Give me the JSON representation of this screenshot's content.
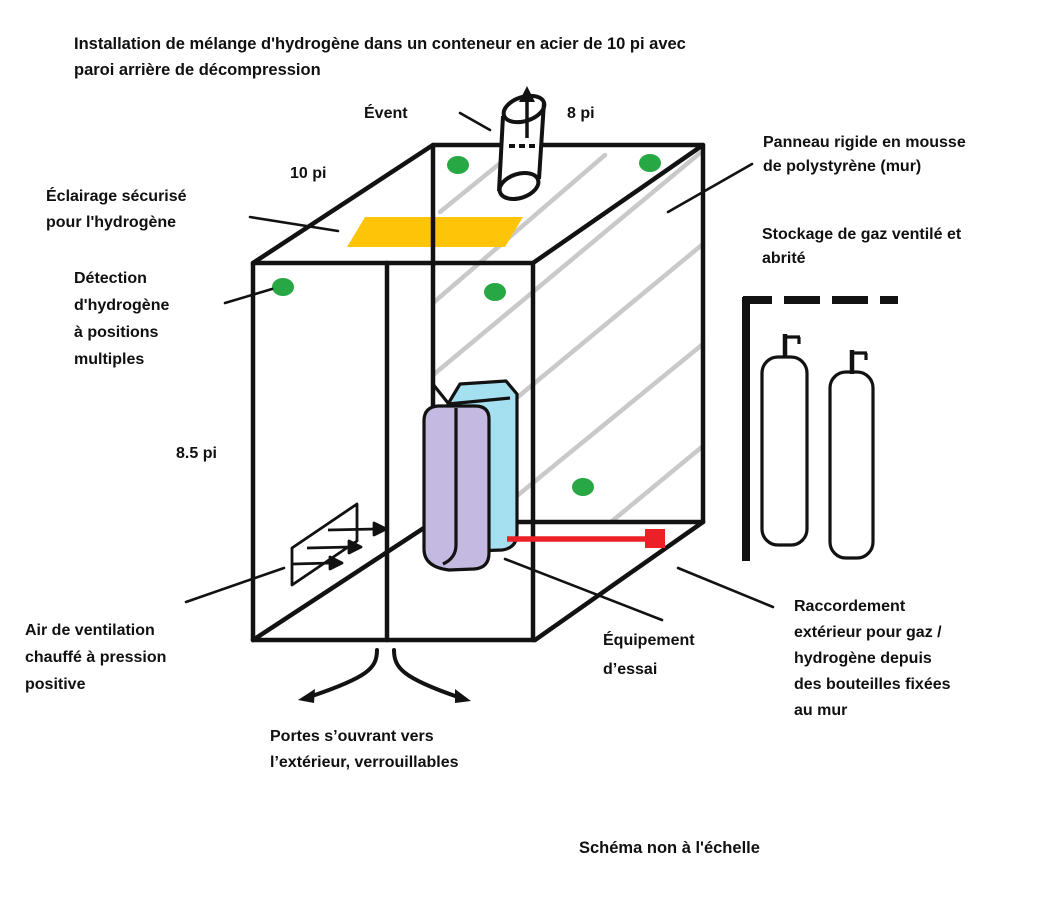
{
  "title": "Installation de mélange d'hydrogène dans un conteneur en acier de 10 pi avec\nparoi arrière de décompression",
  "footnote": "Schéma non à l'échelle",
  "dimensions": {
    "top_width": "10 pi",
    "top_depth": "8 pi",
    "height": "8.5 pi"
  },
  "labels": {
    "vent": "Évent",
    "lighting": "Éclairage sécurisé\npour l'hydrogène",
    "detection": "Détection\nd'hydrogène\nà positions\nmultiples",
    "foam_panel": "Panneau rigide en mousse\nde polystyrène (mur)",
    "gas_storage": "Stockage de gaz ventilé et\nabrité",
    "ventilation": "Air de ventilation\nchauffé à pression\npositive",
    "doors": "Portes s’ouvrant vers\nl’extérieur, verrouillables",
    "test_equipment": "Équipement\nd’essai",
    "gas_connection": "Raccordement\nextérieur pour gaz /\nhydrogène depuis\ndes bouteilles fixées\nau mur"
  },
  "colors": {
    "detector_green": "#28a844",
    "light_yellow": "#fdc408",
    "equipment_cyan": "#a5e0f0",
    "equipment_purple": "#c3b9e1",
    "gas_line_red": "#ec2027",
    "panel_stripe_gray": "#c9c9c9",
    "line_black": "#121212"
  }
}
